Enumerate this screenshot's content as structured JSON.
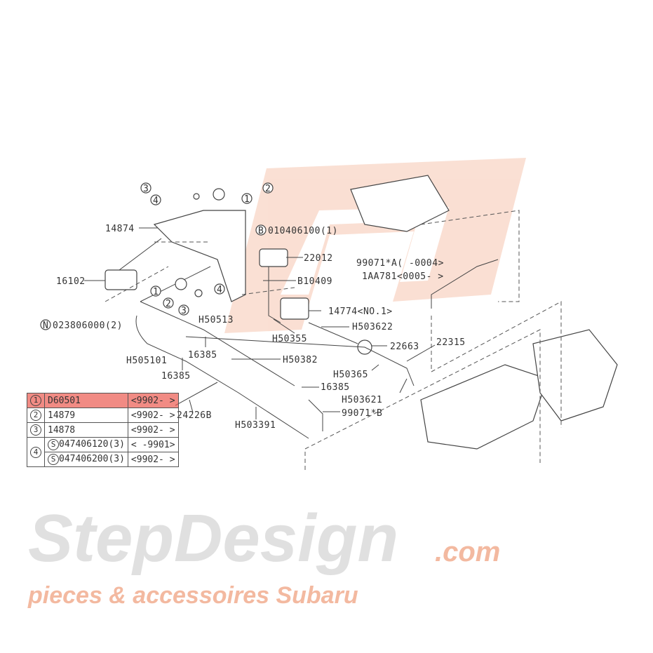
{
  "watermark": {
    "brand": "StepDesign",
    "domain": ".com",
    "tagline": "pieces & accessoires Subaru",
    "color": "#f3b9a0"
  },
  "callouts": [
    "1",
    "2",
    "3",
    "4"
  ],
  "labels": {
    "p14874": "14874",
    "p16102": "16102",
    "n023806000": "023806000(2)",
    "n_marker": "N",
    "b010406100": "010406100(1)",
    "b_marker": "B",
    "p22012": "22012",
    "b10409": "B10409",
    "p14774": "14774<NO.1>",
    "h503622": "H503622",
    "h50513": "H50513",
    "h50355": "H50355",
    "p22663": "22663",
    "p22315": "22315",
    "h505101": "H505101",
    "p16385a": "16385",
    "p16385b": "16385",
    "p16385c": "16385",
    "h50382": "H50382",
    "h50365": "H50365",
    "h503621": "H503621",
    "p99071b": "99071*B",
    "p24226b": "24226B",
    "h503391": "H503391",
    "p99071a": "99071*A(     -0004>",
    "p1aa781": "1AA781<0005-     >"
  },
  "table": {
    "rows": [
      {
        "num": "1",
        "part": "D60501",
        "range": "<9902-      >",
        "highlighted": true
      },
      {
        "num": "2",
        "part": "14879",
        "range": "<9902-      >"
      },
      {
        "num": "3",
        "part": "14878",
        "range": "<9902-      >"
      }
    ],
    "group": {
      "num": "4",
      "rows": [
        {
          "marker": "S",
          "part": "047406120(3)",
          "range": "<      -9901>"
        },
        {
          "marker": "S",
          "part": "047406200(3)",
          "range": "<9902-      >"
        }
      ]
    }
  }
}
